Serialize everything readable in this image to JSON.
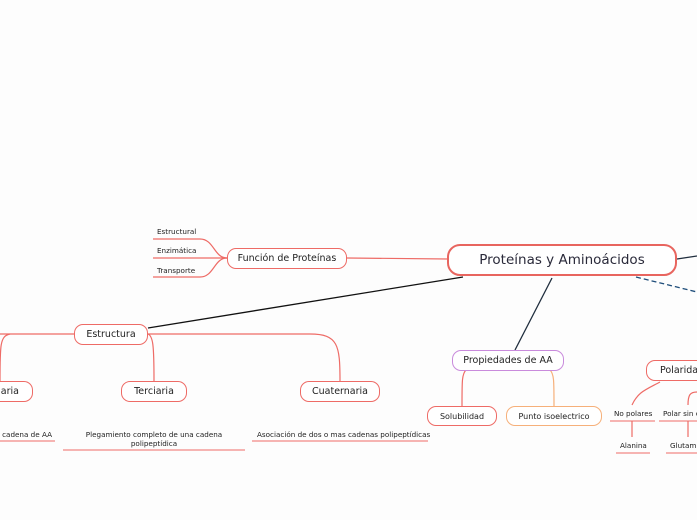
{
  "map": {
    "central": "Proteínas y Aminoácidos",
    "funcion": {
      "title": "Función de Proteínas",
      "items": [
        "Estructural",
        "Enzimática",
        "Transporte"
      ]
    },
    "estructura": {
      "title": "Estructura",
      "secundaria": {
        "title": "Secundaria",
        "desc": "una cadena de AA"
      },
      "terciaria": {
        "title": "Terciaria",
        "desc": "Plegamiento completo de una cadena polipeptídica"
      },
      "cuaternaria": {
        "title": "Cuaternaria",
        "desc": "Asociación de dos o mas cadenas polipeptídicas"
      }
    },
    "propiedades": {
      "title": "Propiedades de AA",
      "items": [
        "Solubilidad",
        "Punto isoelectrico"
      ]
    },
    "polaridad": {
      "title": "Polaridad",
      "items": [
        "No polares",
        "Polar sin carga"
      ],
      "examples": [
        "Alanina",
        "Glutamina"
      ]
    }
  },
  "colors": {
    "branch": "#ee6b66",
    "central_border": "#e8655f",
    "dark_link": "#1f2d3d",
    "blue_link": "#1e4d7a",
    "propiedades_border": "#c98bdc",
    "punto_border": "#f6b07a"
  }
}
